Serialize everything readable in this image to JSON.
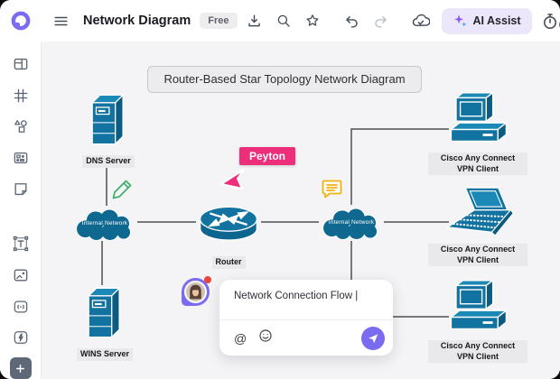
{
  "topbar": {
    "title": "Network Diagram",
    "badge": "Free",
    "ai_assist": "AI Assist"
  },
  "canvas": {
    "title": "Router-Based Star Topology Network Diagram",
    "collaborator": "Peyton",
    "nodes": {
      "dns": "DNS Server",
      "wins": "WINS Server",
      "router": "Router",
      "cloud_left": "Internal Network",
      "cloud_right": "Internal Network",
      "vpn_top": "Cisco Any Connect VPN Client",
      "vpn_middle": "Cisco Any Connect VPN Client",
      "vpn_bottom": "Cisco Any Connect VPN Client"
    }
  },
  "comment": {
    "text": "Network Connection Flow |",
    "at_symbol": "@"
  },
  "colors": {
    "brand_purple": "#7A6BF0",
    "cisco_blue": "#1273A0",
    "collaborator_pink": "#ED2E7B",
    "comment_yellow": "#F2B30E",
    "pencil_green": "#3FAE68"
  }
}
